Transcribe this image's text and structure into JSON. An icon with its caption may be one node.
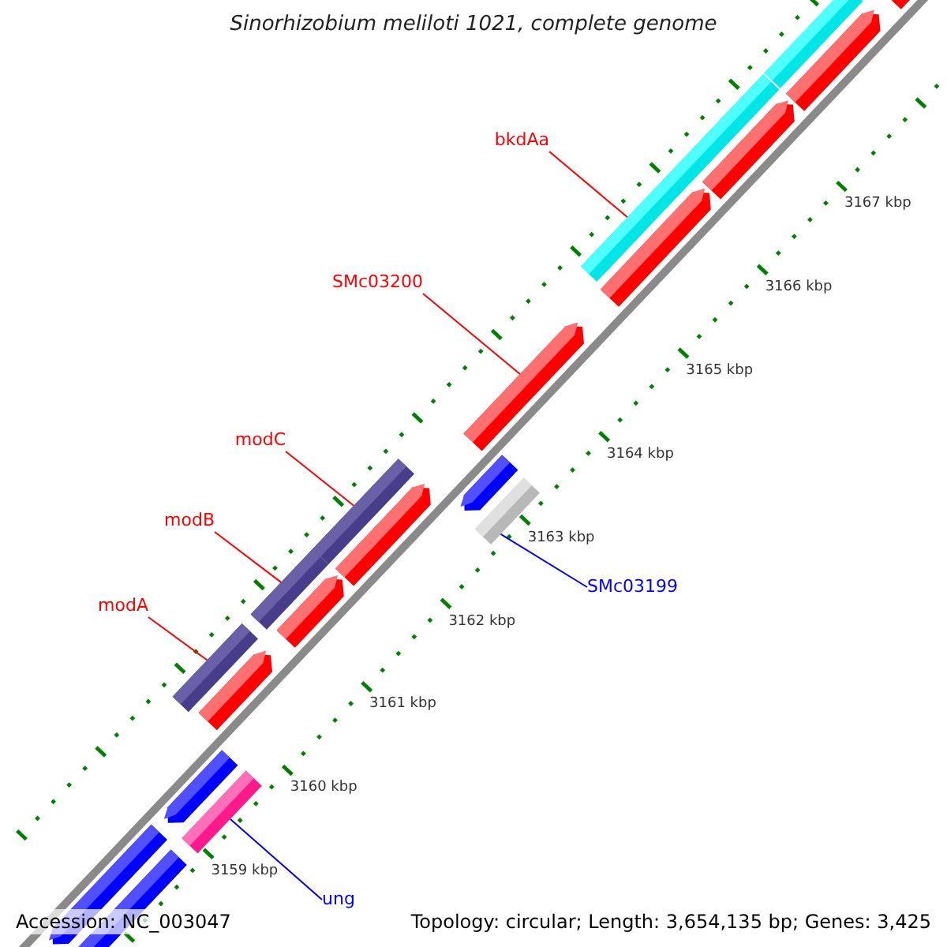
{
  "diagram": {
    "title": "Sinorhizobium meliloti 1021, complete genome",
    "nodes": [
      {
        "text": [
          "bkdAa"
        ]
      },
      {
        "text": [
          "SMc03200"
        ]
      },
      {
        "text": [
          "modC"
        ]
      },
      {
        "text": [
          "modB"
        ]
      },
      {
        "text": [
          "modA"
        ]
      },
      {
        "text": [
          "SMc03199"
        ]
      },
      {
        "text": [
          "ung"
        ]
      },
      {
        "text": [],
        "shape": "arrow"
      },
      {
        "text": [],
        "shape": "bar"
      },
      {
        "text": [],
        "shape": "arrow"
      },
      {
        "text": [],
        "shape": "arrow"
      },
      {
        "text": [],
        "shape": "bar"
      },
      {
        "text": [],
        "shape": "arrow"
      },
      {
        "text": [],
        "shape": "arrow"
      },
      {
        "text": [],
        "shape": "arrow"
      },
      {
        "text": [],
        "shape": "bar"
      },
      {
        "text": [],
        "shape": "arrow"
      },
      {
        "text": [],
        "shape": "bar"
      },
      {
        "text": [],
        "shape": "bar"
      },
      {
        "text": [],
        "shape": "arrow"
      },
      {
        "text": [],
        "shape": "bar"
      },
      {
        "text": [],
        "shape": "arrow"
      },
      {
        "text": [],
        "shape": "arrow"
      },
      {
        "text": [],
        "shape": "bar"
      },
      {
        "text": [],
        "shape": "arrow"
      },
      {
        "text": [],
        "shape": "arrow"
      }
    ],
    "edges": [
      {
        "from": 0,
        "to": 11,
        "arrow": "none"
      },
      {
        "from": 1,
        "to": 13,
        "arrow": "none"
      },
      {
        "from": 2,
        "to": 17,
        "arrow": "none"
      },
      {
        "from": 3,
        "to": 18,
        "arrow": "none"
      },
      {
        "from": 4,
        "to": 20,
        "arrow": "none"
      },
      {
        "from": 5,
        "to": 15,
        "arrow": "none",
        "color": "#0000ff"
      },
      {
        "from": 6,
        "to": 23,
        "arrow": "none",
        "color": "#0000ff"
      }
    ],
    "labels": [
      "3167 kbp",
      "3166 kbp",
      "3165 kbp",
      "3164 kbp",
      "3163 kbp",
      "3162 kbp",
      "3161 kbp",
      "3160 kbp",
      "3159 kbp",
      "Accession: NC_003047",
      "Topology: circular; Length: 3,654,135 bp; Genes: 3,425"
    ]
  }
}
